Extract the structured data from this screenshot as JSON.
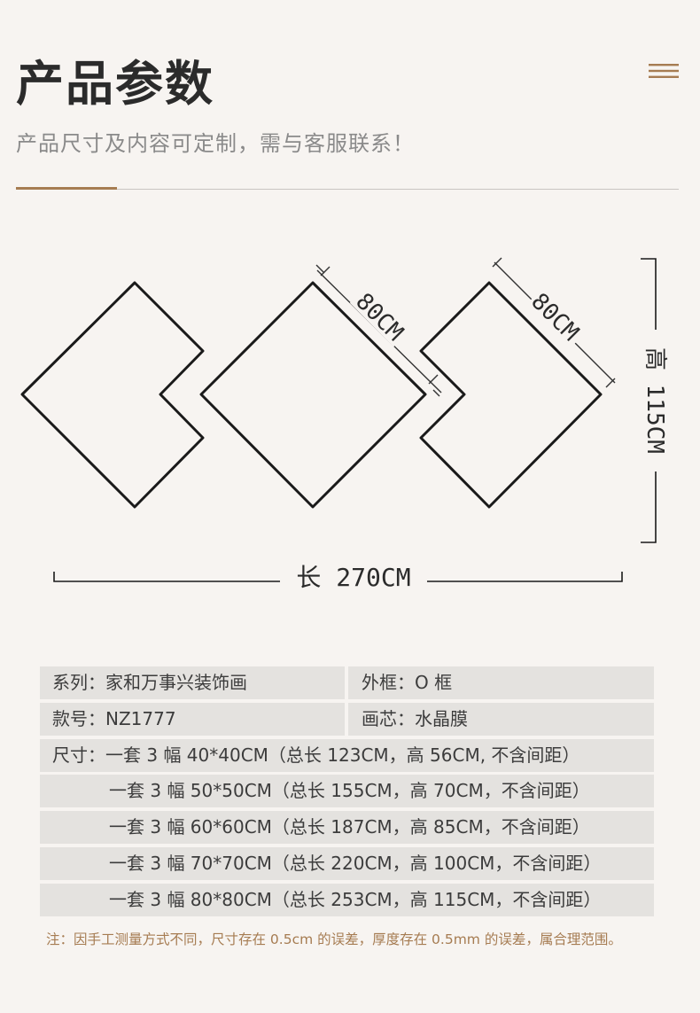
{
  "header": {
    "title": "产品参数",
    "subtitle": "产品尺寸及内容可定制，需与客服联系！",
    "accent_color": "#a67c52",
    "menu_icon": "hamburger-menu-icon"
  },
  "diagram": {
    "panel_width_label_1": "80CM",
    "panel_width_label_2": "80CM",
    "height_label": "高 115CM",
    "length_label": "长 270CM"
  },
  "specs": {
    "series": "系列：家和万事兴装饰画",
    "frame": "外框：O 框",
    "model": "款号：NZ1777",
    "core": "画芯：水晶膜",
    "size_rows": [
      "尺寸：一套 3 幅 40*40CM（总长 123CM，高 56CM, 不含间距）",
      "一套 3 幅 50*50CM（总长 155CM，高 70CM，不含间距）",
      "一套 3 幅 60*60CM（总长 187CM，高 85CM，不含间距）",
      "一套 3 幅 70*70CM（总长 220CM，高 100CM，不含间距）",
      "一套 3 幅 80*80CM（总长 253CM，高 115CM，不含间距）"
    ]
  },
  "note": "注：因手工测量方式不同，尺寸存在 0.5cm 的误差，厚度存在 0.5mm 的误差，属合理范围。"
}
